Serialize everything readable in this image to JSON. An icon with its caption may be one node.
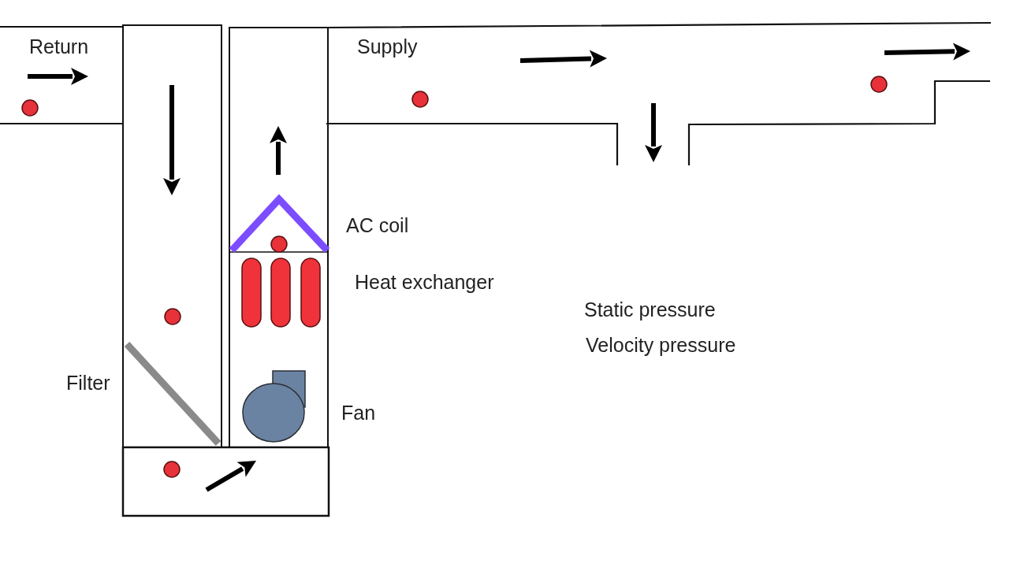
{
  "diagram": {
    "labels": [
      "Return",
      "Supply",
      "AC coil",
      "Heat exchanger",
      "Static pressure",
      "Velocity pressure",
      "Filter",
      "Fan"
    ]
  }
}
